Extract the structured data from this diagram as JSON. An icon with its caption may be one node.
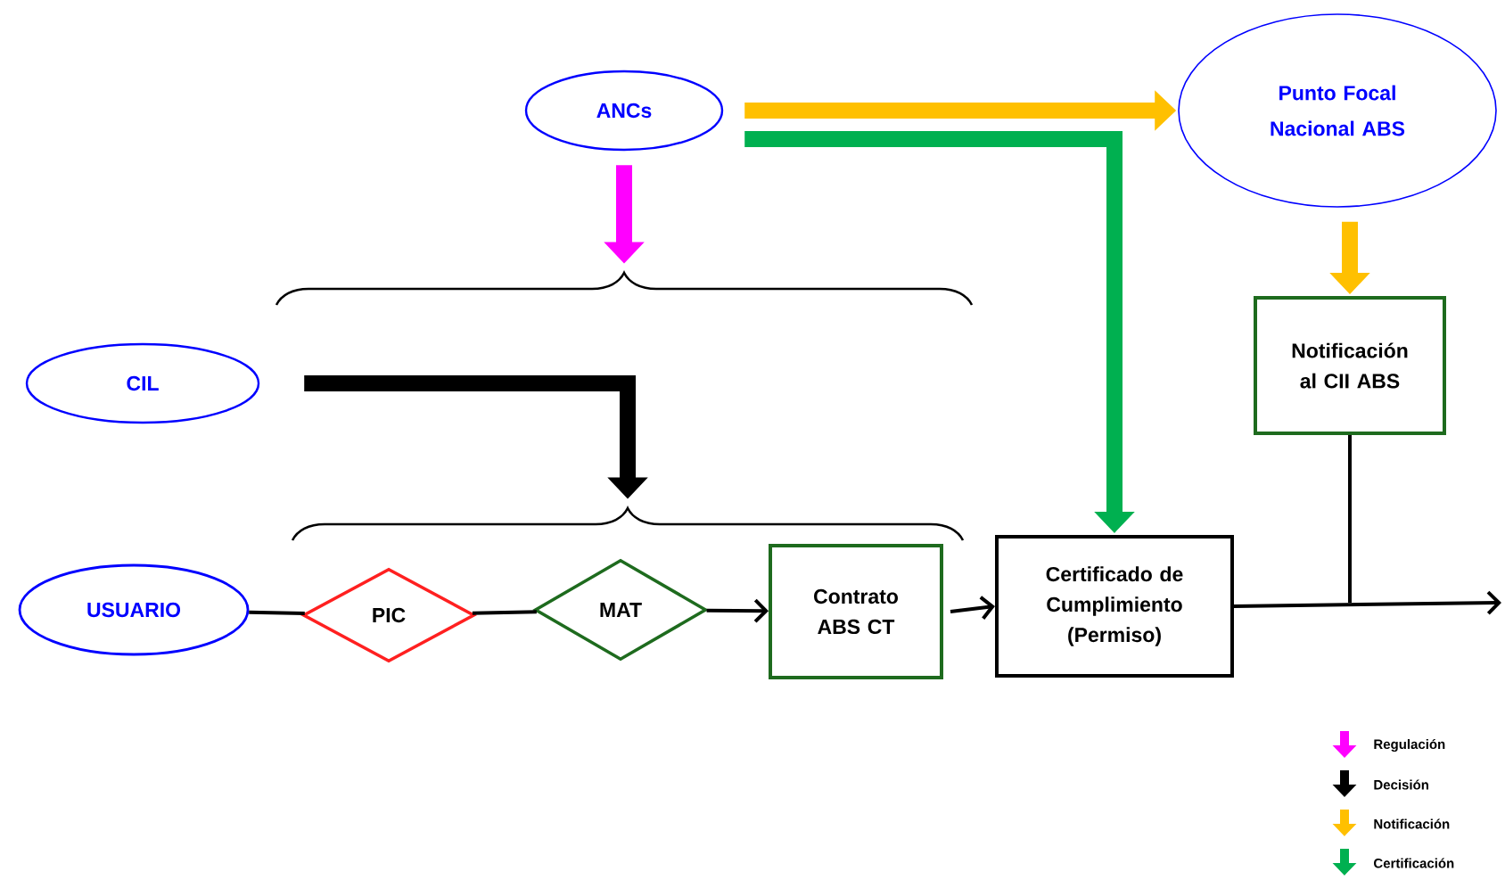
{
  "diagram": {
    "nodes": [
      {
        "text": [
          "ANCs"
        ]
      },
      {
        "text": [
          "Punto Focal Nacional ABS"
        ]
      },
      {
        "text": [
          "CIL"
        ]
      },
      {
        "text": [
          "Notificación al CII ABS"
        ]
      },
      {
        "text": [
          "USUARIO"
        ]
      },
      {
        "text": [
          "PIC"
        ]
      },
      {
        "text": [
          "MAT"
        ]
      },
      {
        "text": [
          "Contrato ABS CT"
        ]
      },
      {
        "text": [
          "Certificado de Cumplimiento (Permiso)"
        ]
      },
      {
        "text": [],
        "shape": "brace"
      },
      {
        "text": [],
        "shape": "brace"
      }
    ],
    "edges": [
      {
        "from": 0,
        "to": 1,
        "arrow": "to",
        "style": "thick",
        "color": "#ffc000"
      },
      {
        "from": 0,
        "to": 8,
        "arrow": "to",
        "style": "thick",
        "color": "#00b050"
      },
      {
        "from": 0,
        "to": 9,
        "arrow": "to",
        "style": "thick",
        "color": "#ff00ff"
      },
      {
        "from": 1,
        "to": 3,
        "arrow": "to",
        "style": "thick",
        "color": "#ffc000"
      },
      {
        "from": 2,
        "to": 10,
        "arrow": "to",
        "style": "thick"
      },
      {
        "from": 4,
        "to": 5,
        "arrow": "none"
      },
      {
        "from": 5,
        "to": 6,
        "arrow": "none"
      },
      {
        "from": 6,
        "to": 7,
        "arrow": "to"
      },
      {
        "from": 7,
        "to": 8,
        "arrow": "to"
      },
      {
        "from": 8,
        "to": null,
        "arrow": "to"
      },
      {
        "from": 3,
        "to": null,
        "arrow": "none"
      }
    ],
    "legend": [
      {
        "text": "Regulación",
        "color": "#ff00ff"
      },
      {
        "text": "Decisión",
        "color": "#000000"
      },
      {
        "text": "Notificación",
        "color": "#ffc000"
      },
      {
        "text": "Certificación",
        "color": "#00b050"
      }
    ]
  }
}
